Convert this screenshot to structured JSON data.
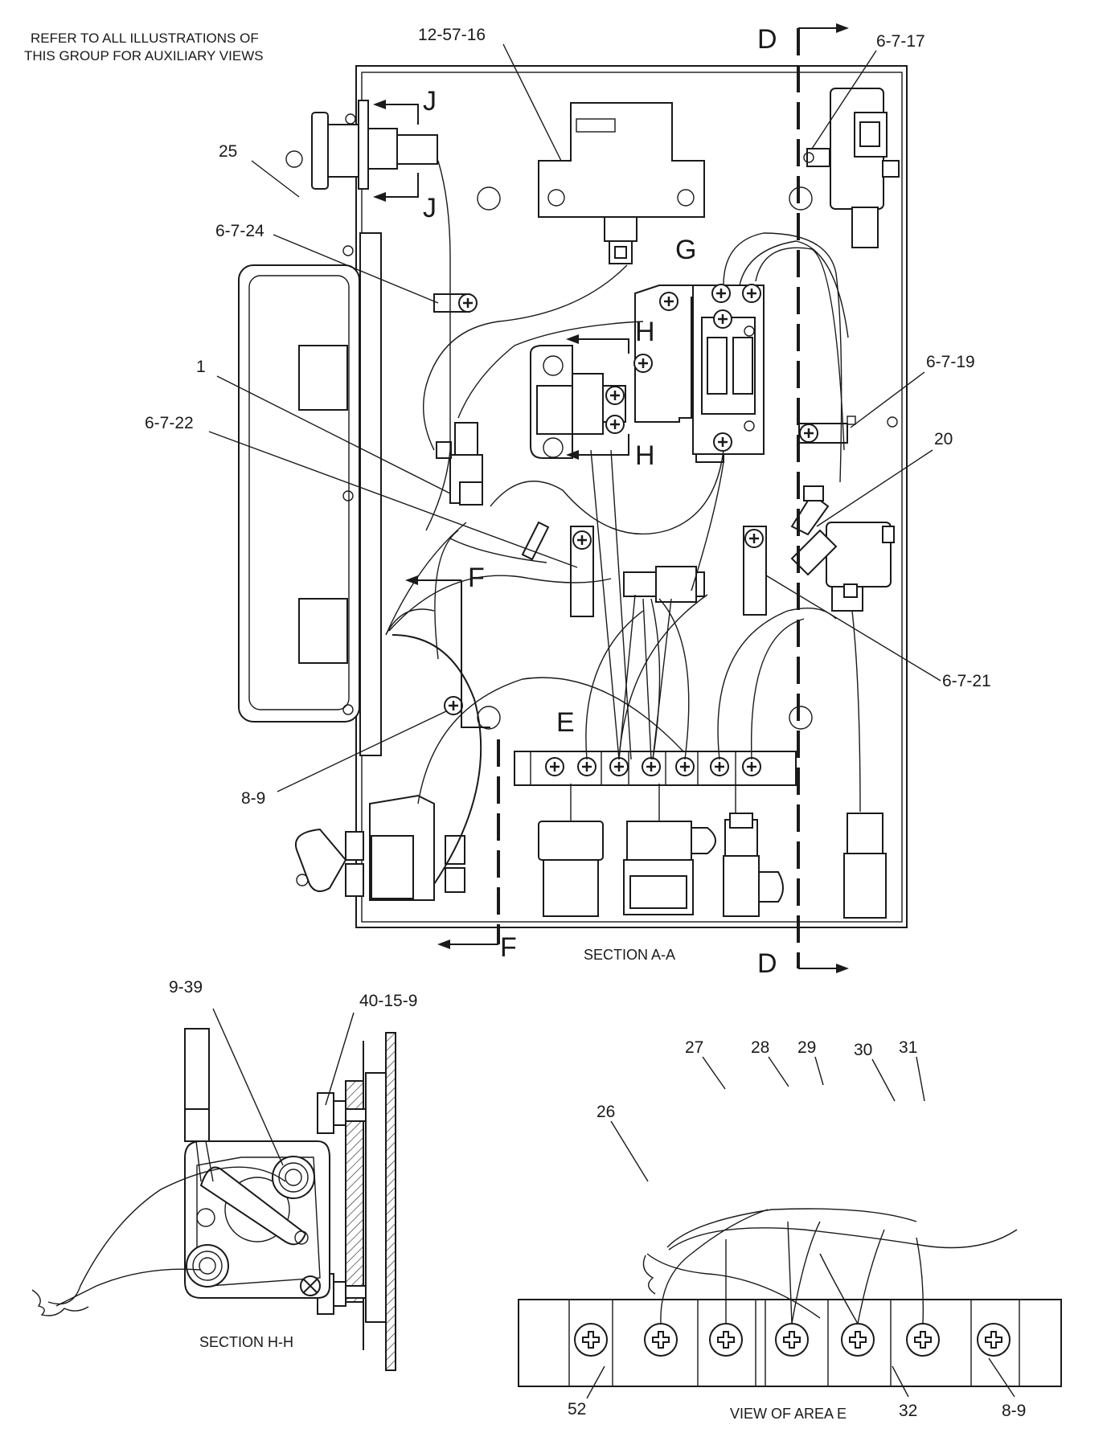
{
  "header_note": {
    "line1": "REFER TO ALL ILLUSTRATIONS OF",
    "line2": "THIS GROUP FOR AUXILIARY VIEWS"
  },
  "section_letters": {
    "D": "D",
    "J": "J",
    "G": "G",
    "H": "H",
    "F": "F",
    "E": "E"
  },
  "callouts": {
    "c_12_57_16": "12-57-16",
    "c_6_7_17": "6-7-17",
    "c_25": "25",
    "c_6_7_24": "6-7-24",
    "c_1": "1",
    "c_6_7_22": "6-7-22",
    "c_6_7_19": "6-7-19",
    "c_20": "20",
    "c_6_7_21": "6-7-21",
    "c_8_9": "8-9",
    "c_9_39": "9-39",
    "c_40_15_9": "40-15-9",
    "c_26": "26",
    "c_27": "27",
    "c_28": "28",
    "c_29": "29",
    "c_30": "30",
    "c_31": "31",
    "c_52": "52",
    "c_32": "32",
    "c_8_9_e": "8-9"
  },
  "captions": {
    "section_aa": "SECTION A-A",
    "section_hh": "SECTION H-H",
    "view_area_e": "VIEW OF AREA E"
  },
  "icons": [
    "screw-head-icon",
    "nut-icon",
    "connector-icon",
    "cutting-plane-arrow-icon"
  ]
}
